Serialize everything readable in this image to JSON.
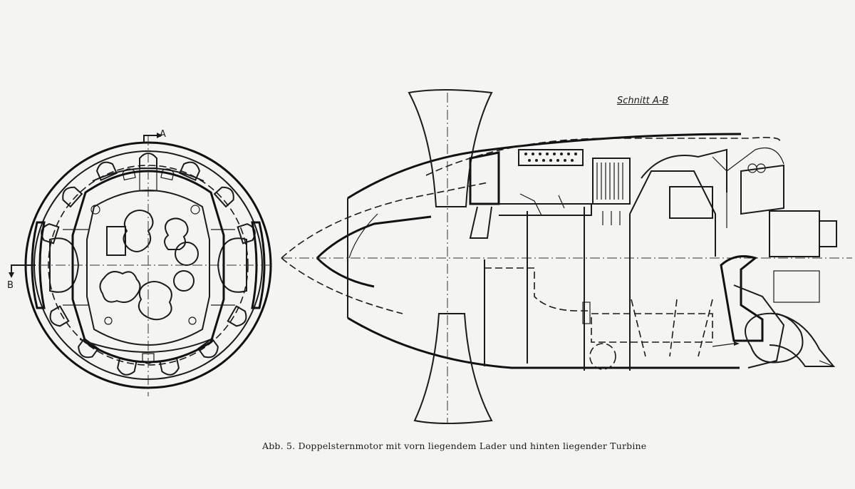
{
  "diagram": {
    "caption": "Abb. 5. Doppelsternmotor mit vorn liegendem Lader und hinten liegender Turbine",
    "section_label": "Schnitt A-B",
    "cut_marks": {
      "a": "A",
      "b": "B"
    }
  }
}
